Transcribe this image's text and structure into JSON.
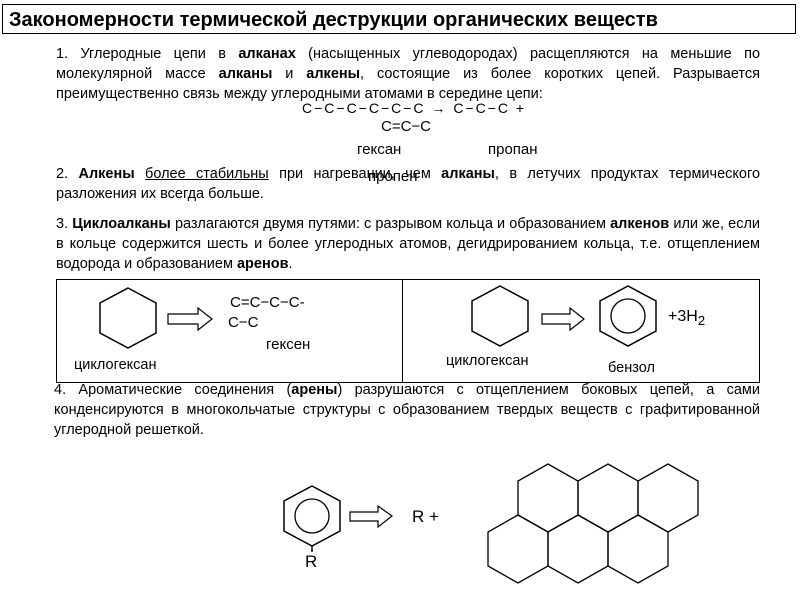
{
  "title": "Закономерности термической деструкции органических веществ",
  "p1": {
    "num": "1. ",
    "t1": "Углеродные цепи в ",
    "b1": "алканах",
    "t2": " (насыщенных углеводородах)  расщепляются на меньшие по молекулярной массе ",
    "b2": "алканы",
    "t3": " и ",
    "b3": "алкены",
    "t4": ", состоящие из более коротких цепей.  Разрывается преимущественно связь между углеродными атомами  в середине цепи:"
  },
  "reaction1": {
    "chain": "C−C−C−C−C−C → C−C−C +",
    "alkene": "C=C−C",
    "label_left": "гексан",
    "label_right": "пропан",
    "label_overlap": "пропен"
  },
  "p2": {
    "num": "2. ",
    "b1": "Алкены",
    "t1": " ",
    "u1": "более стабильны",
    "t2": " при нагревании, чем ",
    "b2": "алканы",
    "t3": ", в летучих продуктах термического разложения их всегда больше."
  },
  "p3": {
    "num": "3. ",
    "b1": "Циклоалканы",
    "t1": " разлагаются двумя путями: с разрывом  кольца и образованием ",
    "b2": "алкенов",
    "t2": " или же, если в  кольце содержится шесть и более углеродных атомов, дегидрированием кольца, т.е. отщеплением водорода и образованием ",
    "b3": "аренов",
    "t3": "."
  },
  "box": {
    "left_formula_1": "C=C−C−C-",
    "left_formula_2": "C−C",
    "left_label_product": "гексен",
    "left_label_reactant": "циклогексан",
    "right_label_reactant": "циклогексан",
    "right_label_product": "бензол",
    "hydrogen_main": "+3H",
    "hydrogen_sub": "2"
  },
  "p4": {
    "num": "4. ",
    "t1": "Ароматические соединения (",
    "b1": "арены",
    "t2": ") разрушаются с  отщеплением боковых цепей,  а сами конденсируются в многокольчатые структуры с образованием твердых веществ с графитированной углеродной решеткой."
  },
  "reaction4": {
    "product": "R  +",
    "substituent": "R"
  },
  "colors": {
    "arrow_fill": "#ffffff",
    "line": "#000000"
  }
}
